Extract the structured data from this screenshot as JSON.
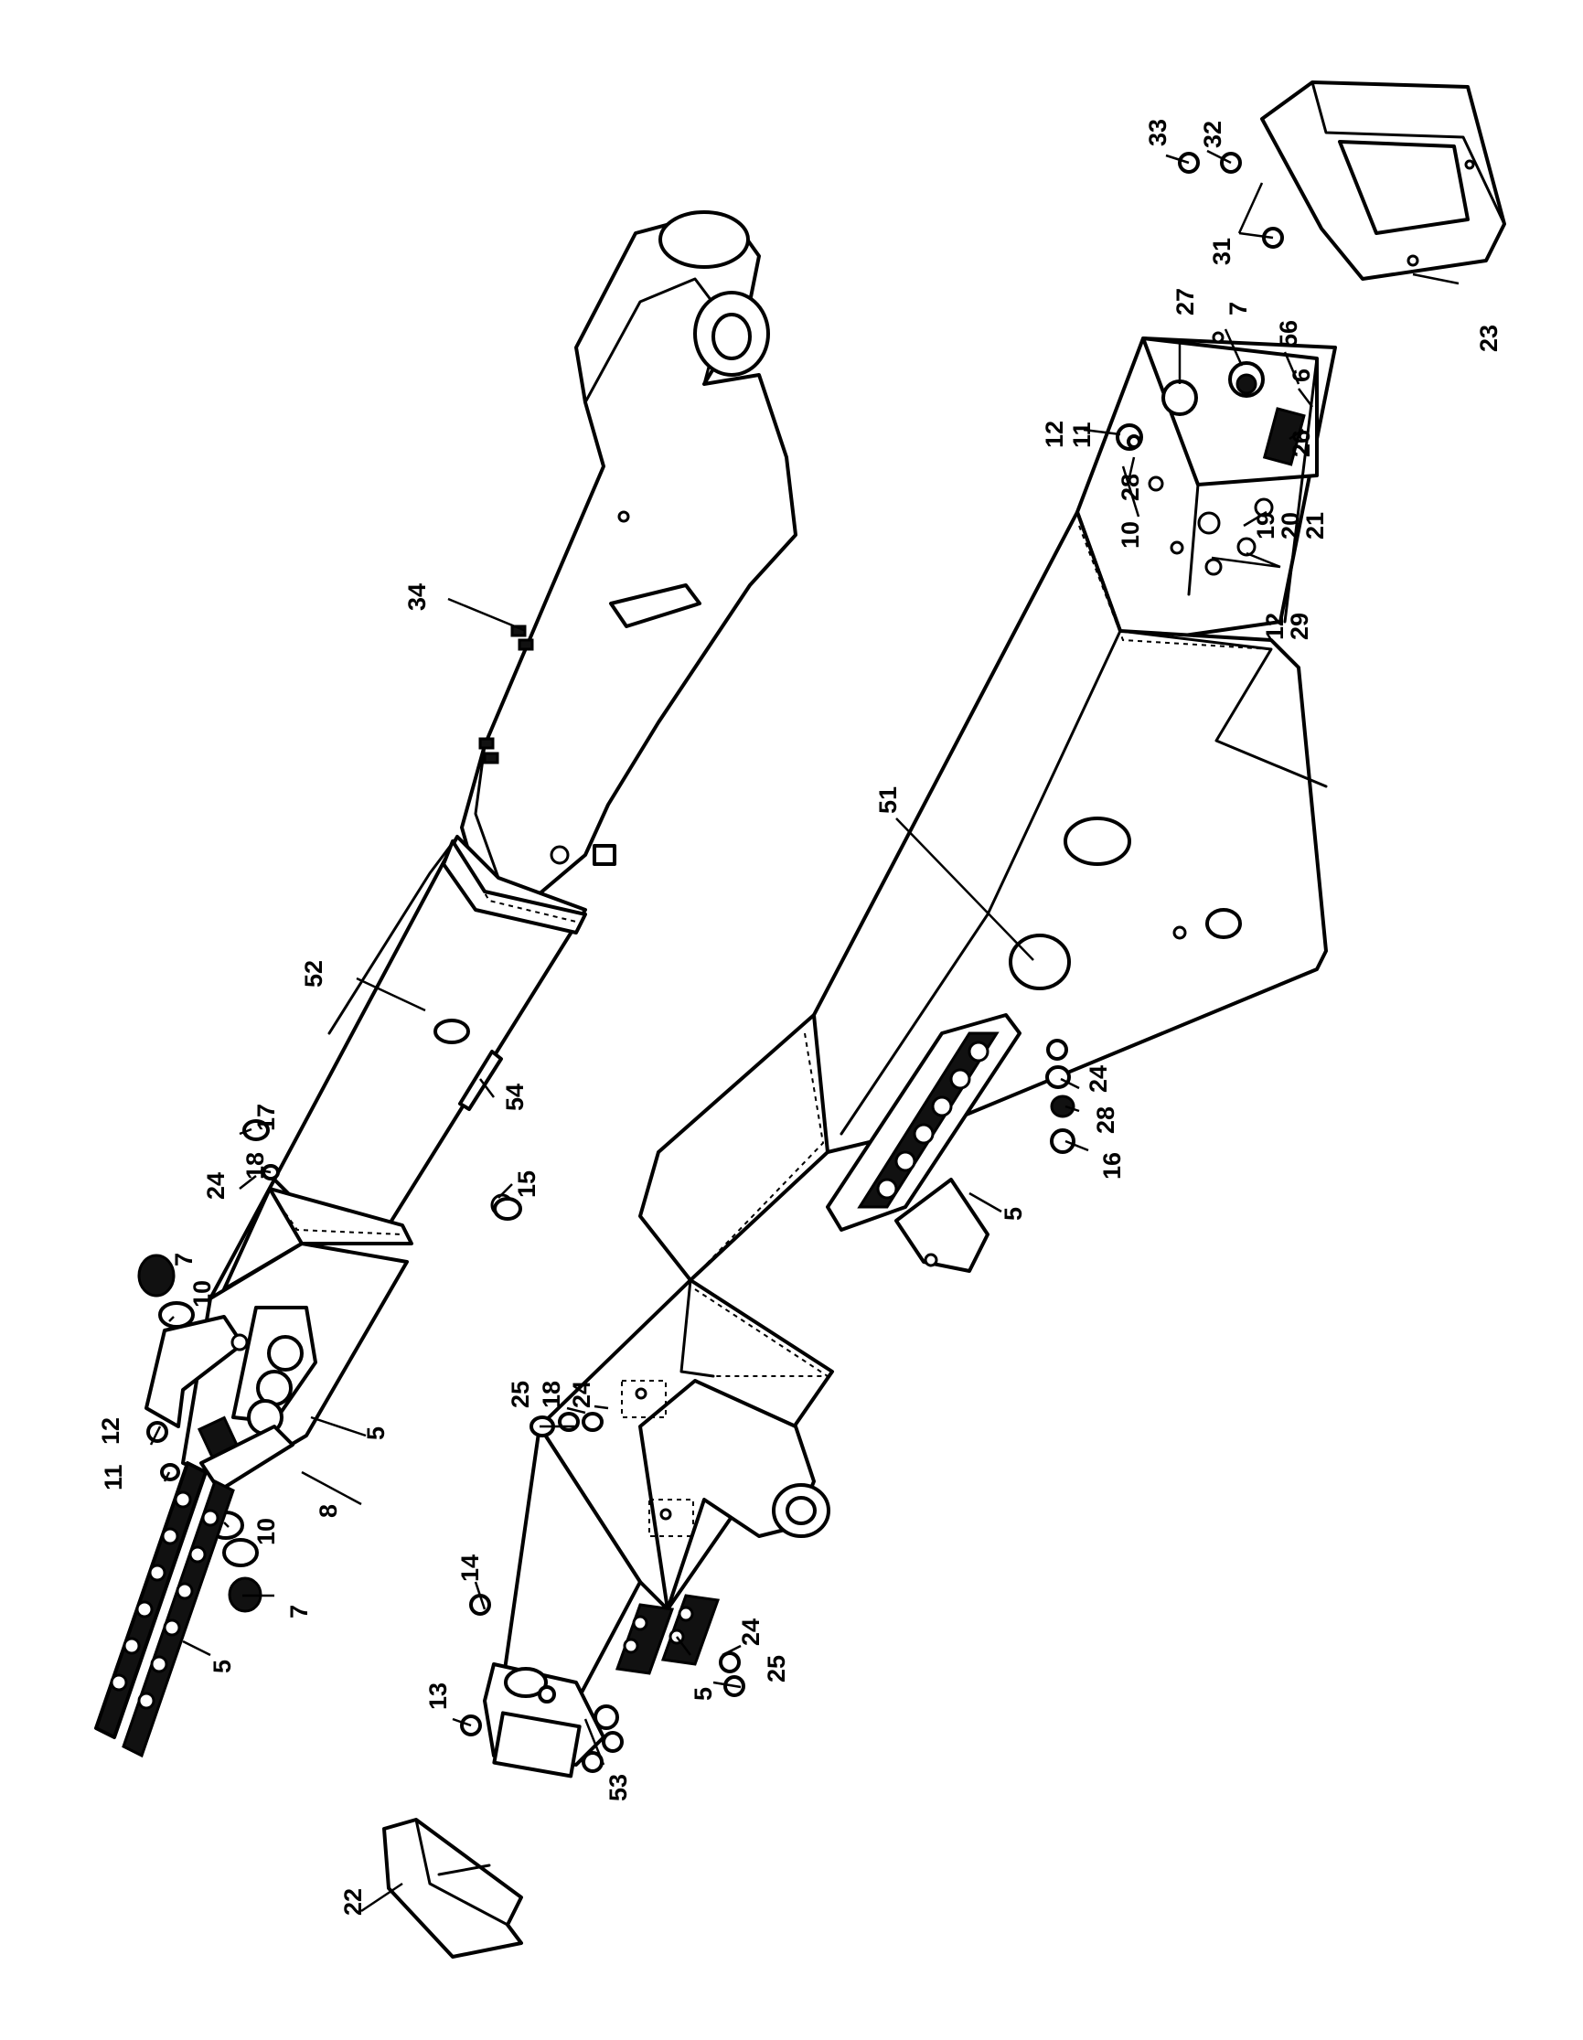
{
  "figure": {
    "callouts": [
      {
        "id": "c33",
        "text": "33"
      },
      {
        "id": "c32",
        "text": "32"
      },
      {
        "id": "c31",
        "text": "31"
      },
      {
        "id": "c23",
        "text": "23"
      },
      {
        "id": "c27",
        "text": "27"
      },
      {
        "id": "c7a",
        "text": "7"
      },
      {
        "id": "c56",
        "text": "56"
      },
      {
        "id": "c6",
        "text": "6"
      },
      {
        "id": "c26",
        "text": "26"
      },
      {
        "id": "c12a",
        "text": "12"
      },
      {
        "id": "c11a",
        "text": "11"
      },
      {
        "id": "c28a",
        "text": "28"
      },
      {
        "id": "c10a",
        "text": "10"
      },
      {
        "id": "c19",
        "text": "19"
      },
      {
        "id": "c20",
        "text": "20"
      },
      {
        "id": "c21",
        "text": "21"
      },
      {
        "id": "c12b",
        "text": "12"
      },
      {
        "id": "c29",
        "text": "29"
      },
      {
        "id": "c34",
        "text": "34"
      },
      {
        "id": "c51",
        "text": "51"
      },
      {
        "id": "c52",
        "text": "52"
      },
      {
        "id": "c54",
        "text": "54"
      },
      {
        "id": "c15",
        "text": "15"
      },
      {
        "id": "c17",
        "text": "17"
      },
      {
        "id": "c18a",
        "text": "18"
      },
      {
        "id": "c24a",
        "text": "24"
      },
      {
        "id": "c7b",
        "text": "7"
      },
      {
        "id": "c10b",
        "text": "10"
      },
      {
        "id": "c12c",
        "text": "12"
      },
      {
        "id": "c11b",
        "text": "11"
      },
      {
        "id": "c8",
        "text": "8"
      },
      {
        "id": "c5a",
        "text": "5"
      },
      {
        "id": "c10c",
        "text": "10"
      },
      {
        "id": "c7c",
        "text": "7"
      },
      {
        "id": "c5b",
        "text": "5"
      },
      {
        "id": "c24b",
        "text": "24"
      },
      {
        "id": "c28b",
        "text": "28"
      },
      {
        "id": "c16",
        "text": "16"
      },
      {
        "id": "c5c",
        "text": "5"
      },
      {
        "id": "c25a",
        "text": "25"
      },
      {
        "id": "c18b",
        "text": "18"
      },
      {
        "id": "c24c",
        "text": "24"
      },
      {
        "id": "c24d",
        "text": "24"
      },
      {
        "id": "c25b",
        "text": "25"
      },
      {
        "id": "c5d",
        "text": "5"
      },
      {
        "id": "c53",
        "text": "53"
      },
      {
        "id": "c14",
        "text": "14"
      },
      {
        "id": "c13",
        "text": "13"
      },
      {
        "id": "c22",
        "text": "22"
      }
    ]
  }
}
